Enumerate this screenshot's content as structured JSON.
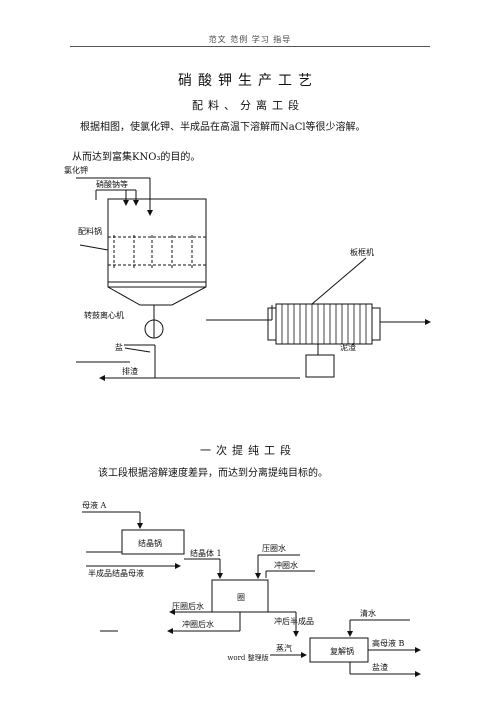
{
  "header": {
    "text": "范文 范例 学习 指导"
  },
  "title": "硝酸钾生产工艺",
  "section1": {
    "heading": "配料、分离工段",
    "para_line1": "根据相图，使氯化钾、半成品在高温下溶解而NaCl等很少溶解。",
    "para_line2": "从而达到富集KNO₃的目的。"
  },
  "diagram1": {
    "label_kcl": "氯化钾",
    "label_nano3": "硝酸钠等",
    "label_mixing_pot": "配料锅",
    "label_filter_press": "板框机",
    "label_centrifuge": "转鼓离心机",
    "label_salt": "盐",
    "label_slag_out": "排渣",
    "label_mud": "泥渣"
  },
  "section2": {
    "heading": "一次提纯工段",
    "para": "该工段根据溶解速度差异，而达到分离提纯目标的。"
  },
  "diagram2": {
    "label_mother_a": "母液 A",
    "label_crystallizer": "结晶锅",
    "label_crystal1": "结晶体 1",
    "label_semi_mother": "半成品结晶母液",
    "label_press_water": "压圈水",
    "label_flush_water": "冲圈水",
    "label_ring": "圈",
    "label_press_water_after": "压圈后水",
    "label_flush_water_after": "冲圈后水",
    "label_flushed_semi": "冲后半成品",
    "label_clear_water": "清水",
    "label_steam": "蒸汽",
    "label_redissolve": "复解锅",
    "label_high_mother_b": "高母液 B",
    "label_salt_slag": "盐渣"
  },
  "footer": {
    "text": "word 整理版"
  }
}
